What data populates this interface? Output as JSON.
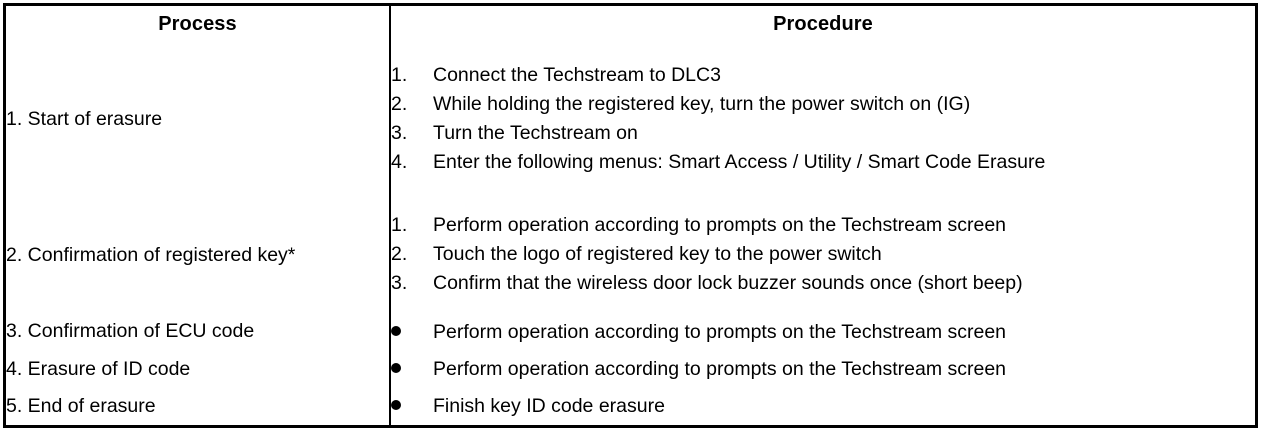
{
  "table": {
    "headers": {
      "process": "Process",
      "procedure": "Procedure"
    },
    "rows": [
      {
        "process": "1. Start of erasure",
        "marker_type": "numbered",
        "steps": [
          "Connect the Techstream to DLC3",
          "While holding the registered key, turn the power switch on (IG)",
          "Turn the Techstream on",
          "Enter the following menus: Smart Access / Utility / Smart Code Erasure"
        ]
      },
      {
        "process": "2. Confirmation of registered key*",
        "marker_type": "numbered",
        "steps": [
          "Perform operation according to prompts on the Techstream screen",
          "Touch the logo of registered key to the power switch",
          "Confirm that the wireless door lock buzzer sounds once (short beep)"
        ]
      },
      {
        "process": "3. Confirmation of ECU code",
        "marker_type": "bullet",
        "steps": [
          "Perform operation according to prompts on the Techstream screen"
        ]
      },
      {
        "process": "4. Erasure of ID code",
        "marker_type": "bullet",
        "steps": [
          "Perform operation according to prompts on the Techstream screen"
        ]
      },
      {
        "process": "5. End of erasure",
        "marker_type": "bullet",
        "steps": [
          "Finish key ID code erasure"
        ]
      }
    ],
    "step_numbers": [
      "1.",
      "2.",
      "3.",
      "4."
    ]
  }
}
